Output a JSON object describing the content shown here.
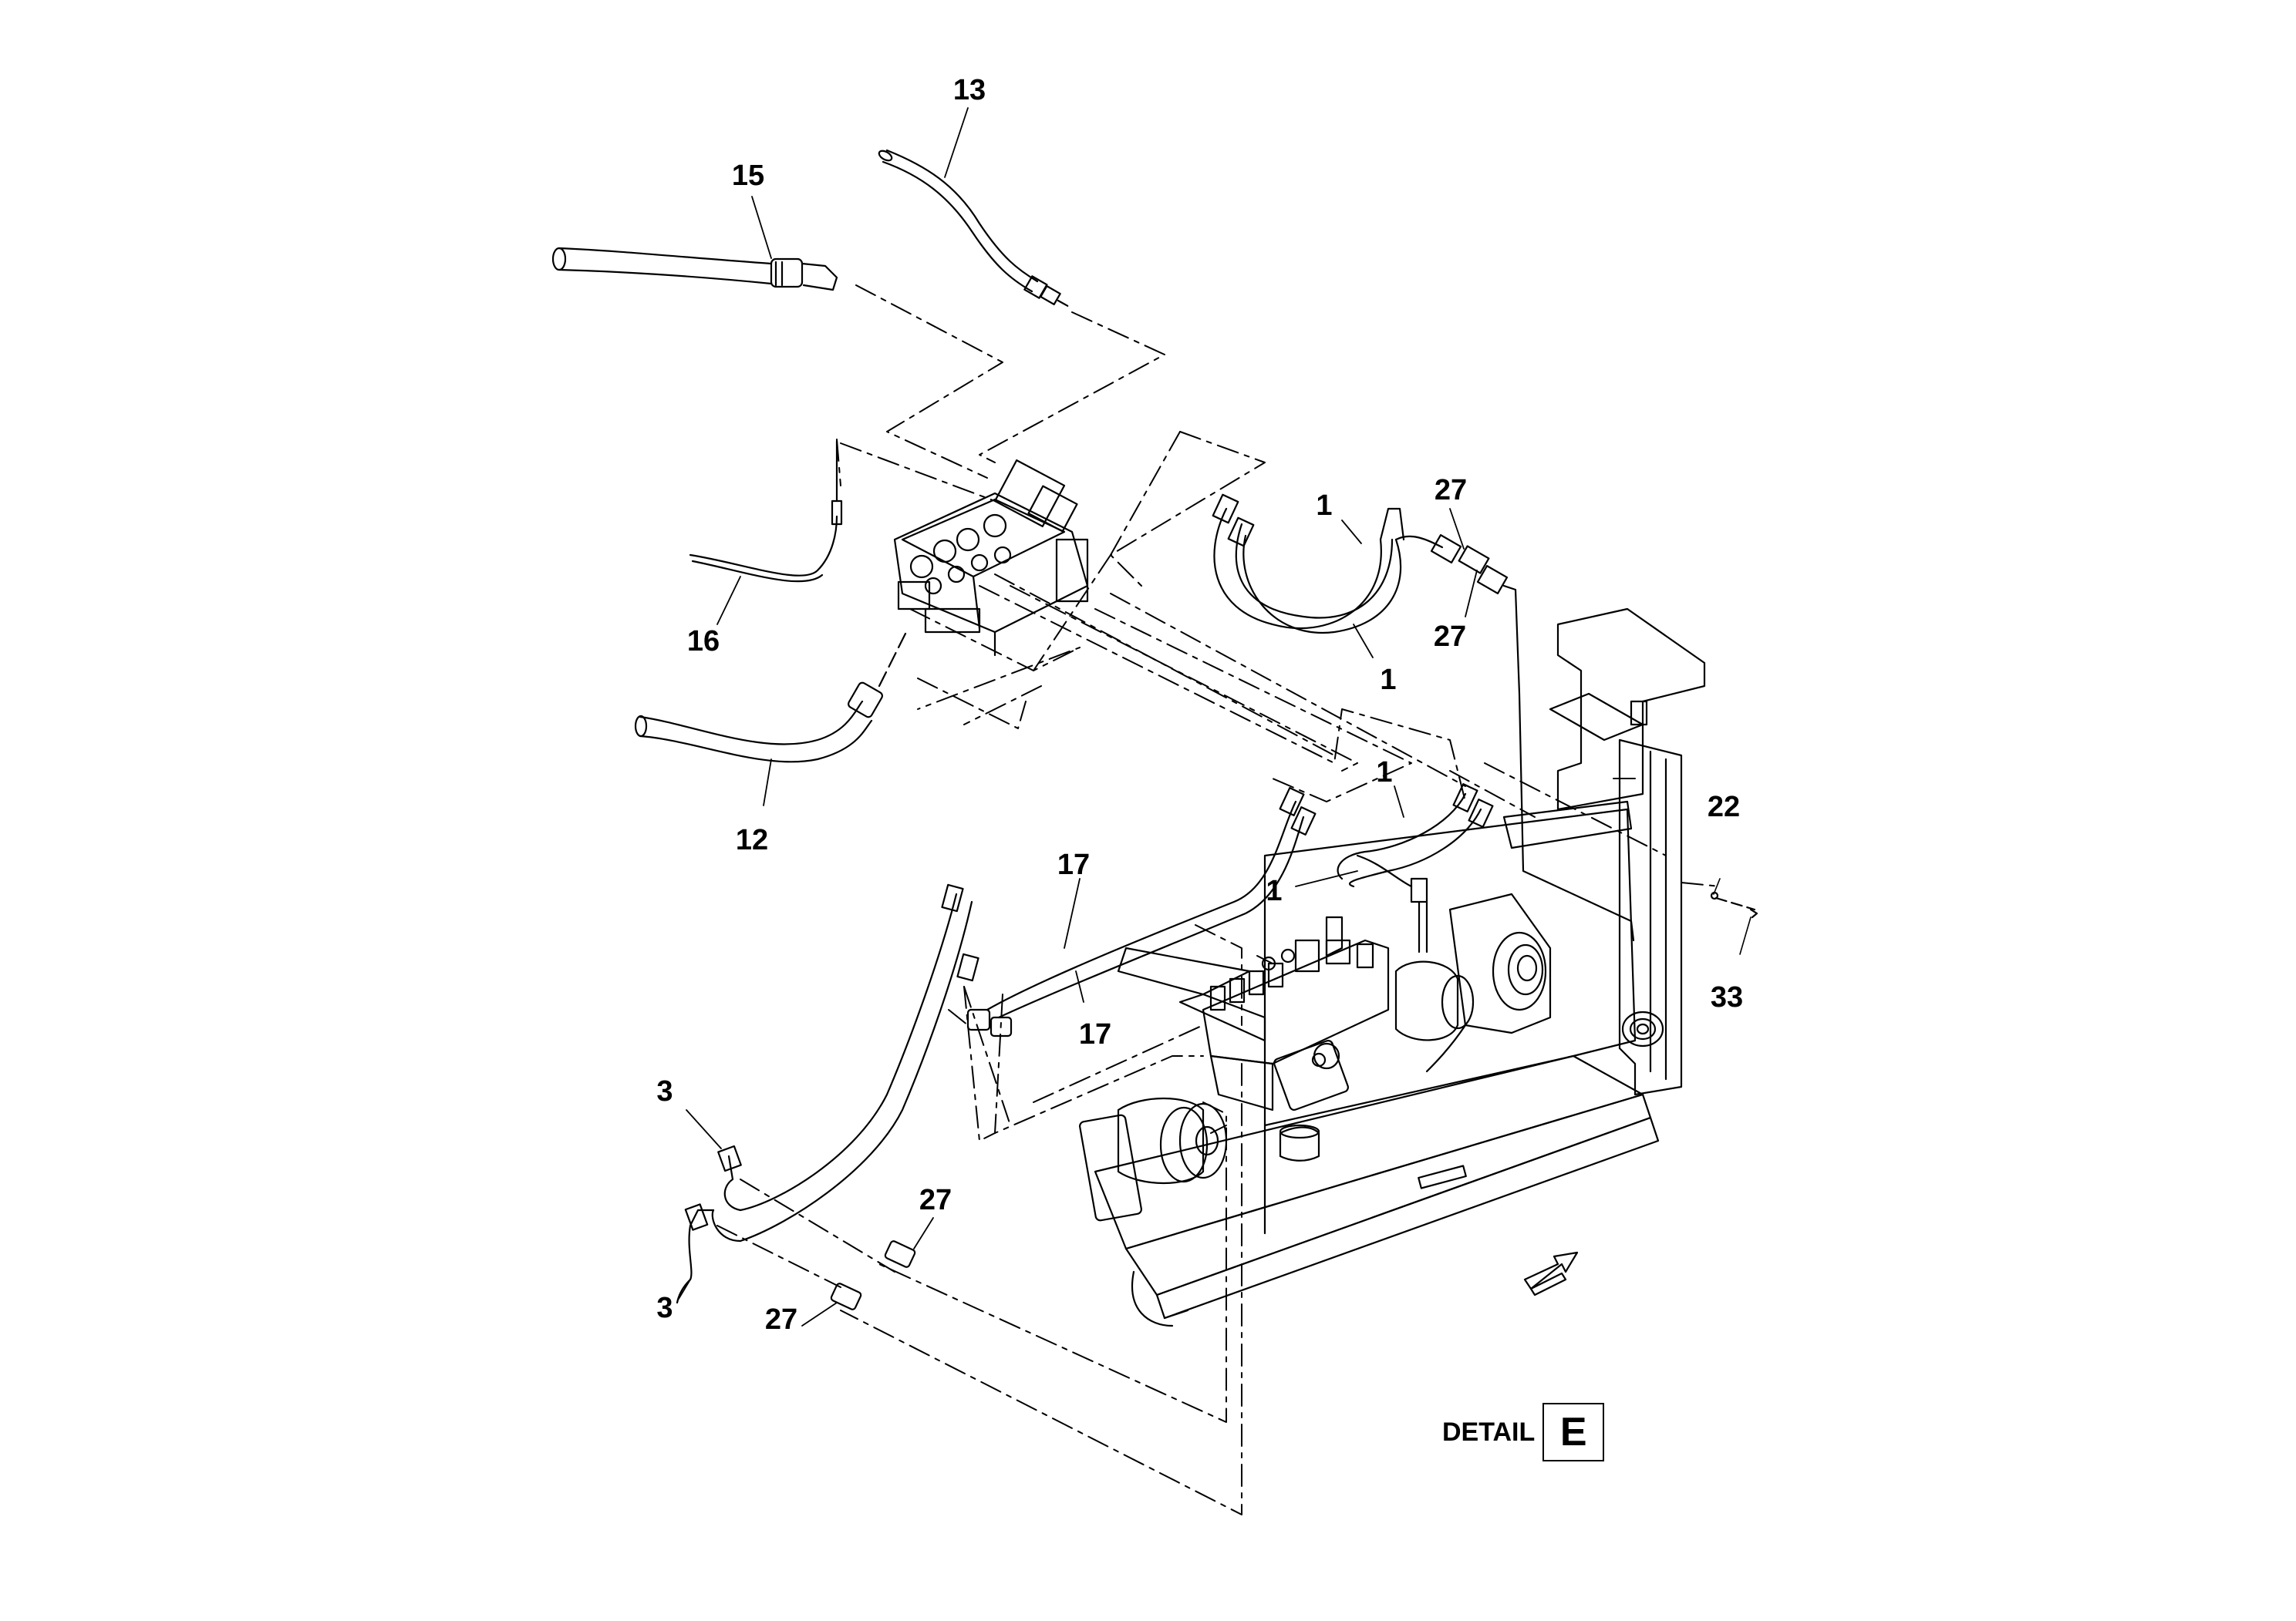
{
  "diagram": {
    "callouts": [
      {
        "id": "c13",
        "text": "13"
      },
      {
        "id": "c15",
        "text": "15"
      },
      {
        "id": "c16",
        "text": "16"
      },
      {
        "id": "c12",
        "text": "12"
      },
      {
        "id": "c1a",
        "text": "1"
      },
      {
        "id": "c1b",
        "text": "1"
      },
      {
        "id": "c1c",
        "text": "1"
      },
      {
        "id": "c1d",
        "text": "1"
      },
      {
        "id": "c27a",
        "text": "27"
      },
      {
        "id": "c27b",
        "text": "27"
      },
      {
        "id": "c27c",
        "text": "27"
      },
      {
        "id": "c27d",
        "text": "27"
      },
      {
        "id": "c22",
        "text": "22"
      },
      {
        "id": "c33",
        "text": "33"
      },
      {
        "id": "c17a",
        "text": "17"
      },
      {
        "id": "c17b",
        "text": "17"
      },
      {
        "id": "c3a",
        "text": "3"
      },
      {
        "id": "c3b",
        "text": "3"
      }
    ],
    "detail": {
      "label": "DETAIL",
      "letter": "E"
    },
    "line_color": "#000000",
    "background": "#ffffff"
  }
}
